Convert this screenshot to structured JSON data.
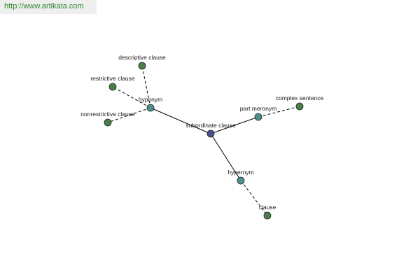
{
  "watermark": {
    "url": "http://www.artikata.com"
  },
  "colors": {
    "center": "#4a4f8f",
    "relation": "#4f8f8f",
    "term": "#4a7f4a"
  },
  "graph": {
    "center": {
      "id": "center",
      "label": "subordinate clause"
    },
    "relations": [
      {
        "id": "hyponym",
        "label": "hyponym"
      },
      {
        "id": "part-meronym",
        "label": "part meronym"
      },
      {
        "id": "hypernym",
        "label": "hypernym"
      }
    ],
    "terms": [
      {
        "id": "descriptive-clause",
        "label": "descriptive clause",
        "relation": "hyponym"
      },
      {
        "id": "restrictive-clause",
        "label": "restrictive clause",
        "relation": "hyponym"
      },
      {
        "id": "nonrestrictive-clause",
        "label": "nonrestrictive clause",
        "relation": "hyponym"
      },
      {
        "id": "complex-sentence",
        "label": "complex sentence",
        "relation": "part-meronym"
      },
      {
        "id": "clause",
        "label": "clause",
        "relation": "hypernym"
      }
    ]
  }
}
